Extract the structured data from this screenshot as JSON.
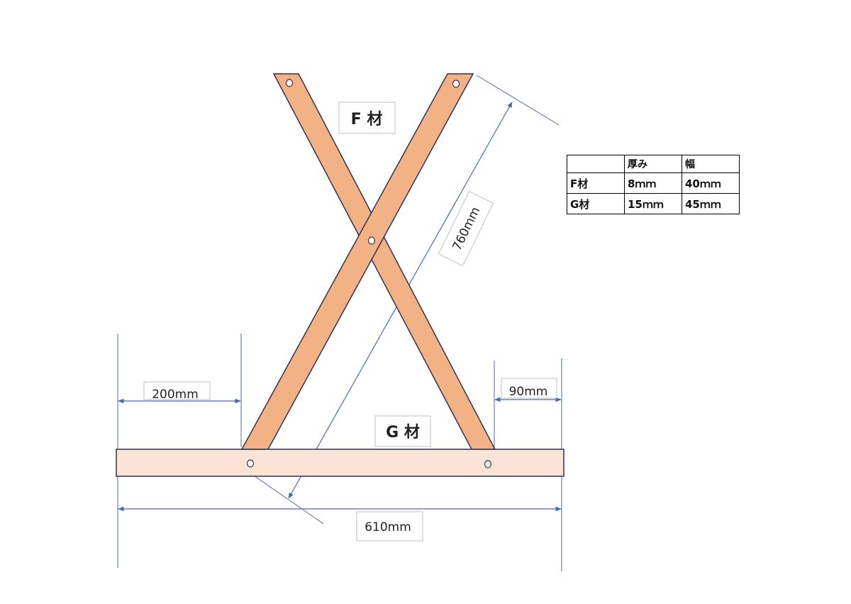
{
  "labels": {
    "f_part": "F 材",
    "g_part": "G 材",
    "dim_diagonal": "760mm",
    "dim_left": "200mm",
    "dim_right": "90mm",
    "dim_total": "610mm"
  },
  "spec_table": {
    "headers": [
      "",
      "厚み",
      "幅"
    ],
    "rows": [
      [
        "F材",
        "8ｍｍ",
        "40ｍｍ"
      ],
      [
        "G材",
        "15ｍｍ",
        "45ｍｍ"
      ]
    ]
  },
  "colors": {
    "f_part_fill": "#f2b285",
    "g_part_fill": "#fbe3d6",
    "outline": "#2e3350",
    "dimension_line": "#4a6aa8"
  }
}
